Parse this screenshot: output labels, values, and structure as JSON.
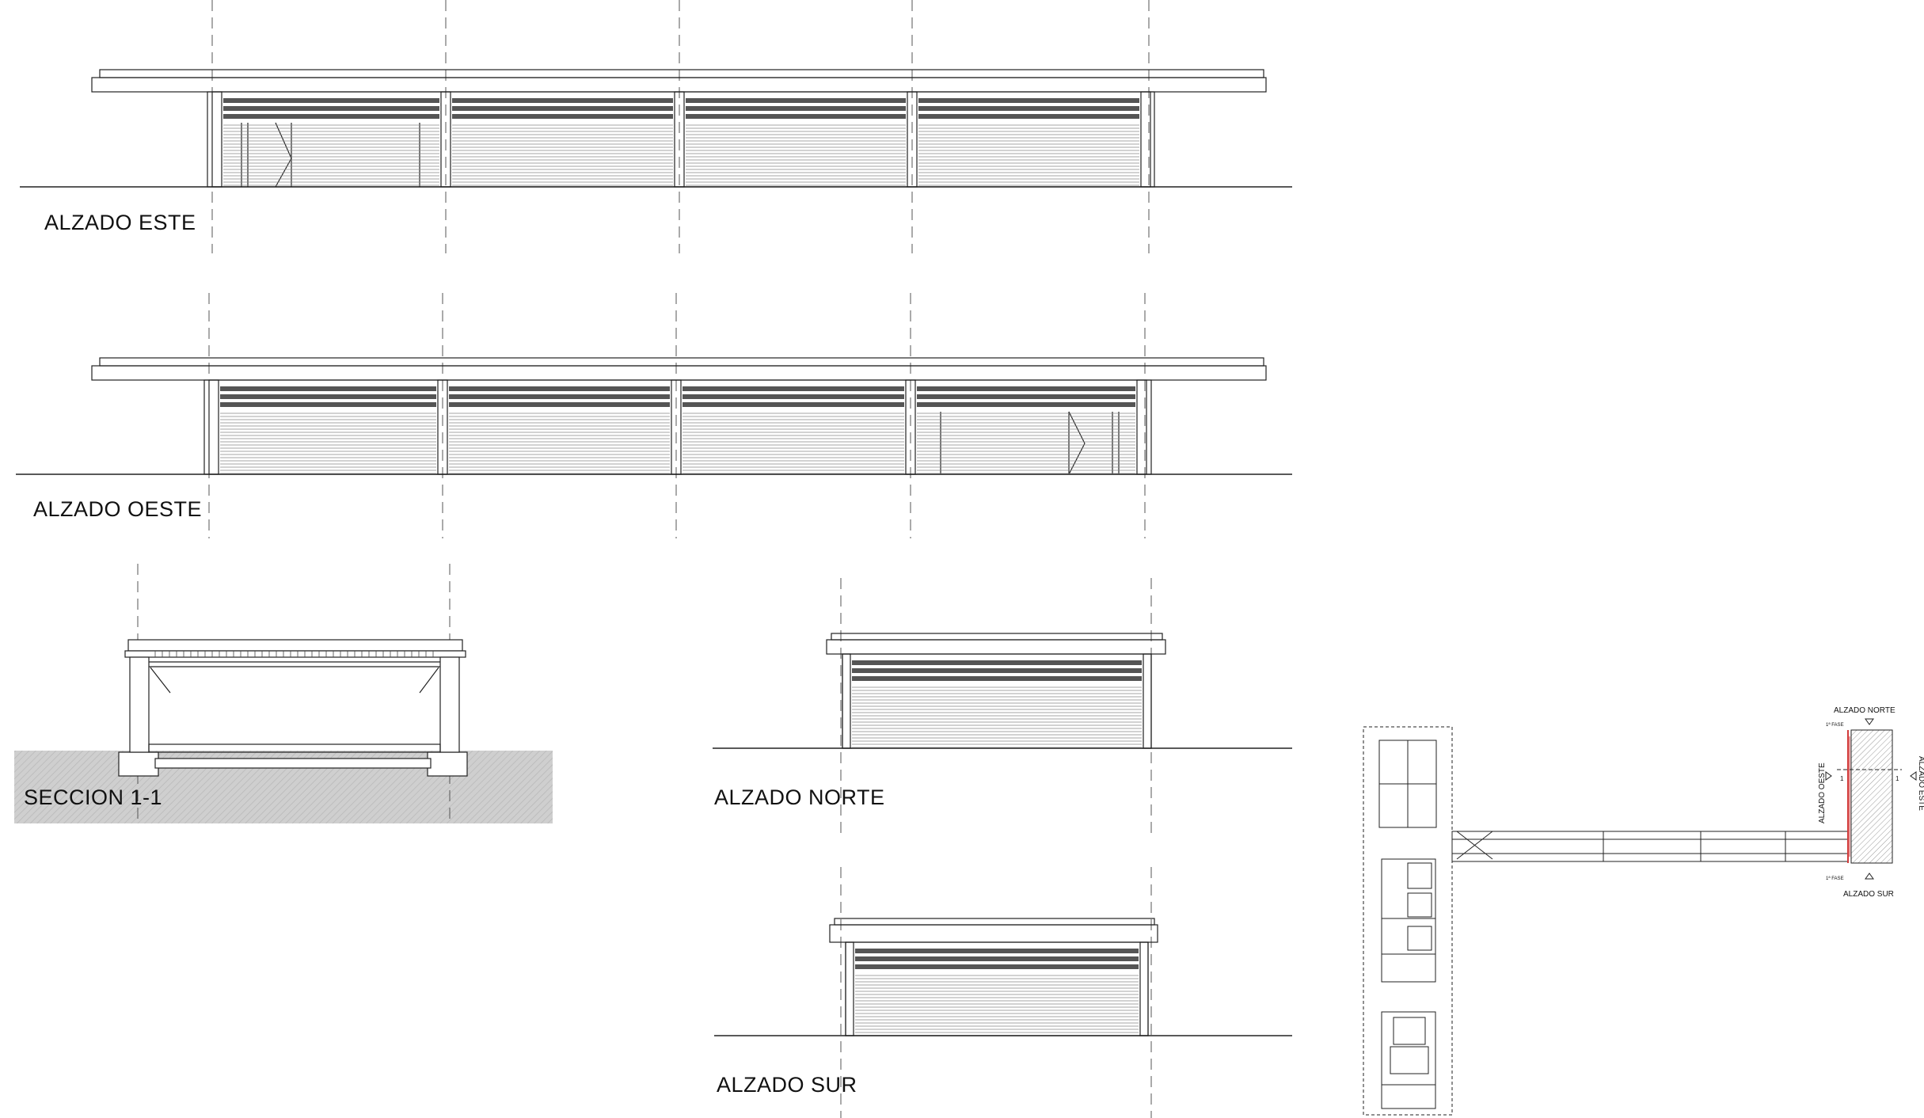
{
  "drawings": {
    "este": {
      "label": "ALZADO ESTE"
    },
    "oeste": {
      "label": "ALZADO OESTE"
    },
    "seccion": {
      "label": "SECCION 1-1"
    },
    "norte": {
      "label": "ALZADO NORTE"
    },
    "sur": {
      "label": "ALZADO SUR"
    }
  },
  "key_plan": {
    "alzado_norte": "ALZADO NORTE",
    "alzado_sur": "ALZADO SUR",
    "alzado_oeste": "ALZADO OESTE",
    "alzado_este": "ALZADO ESTE",
    "fase_tag": "1ª FASE",
    "section_mark": "1"
  },
  "colors": {
    "line": "#222222",
    "louver": "#555555",
    "ground": "#cfcfcf",
    "highlight": "#d23b3b"
  }
}
